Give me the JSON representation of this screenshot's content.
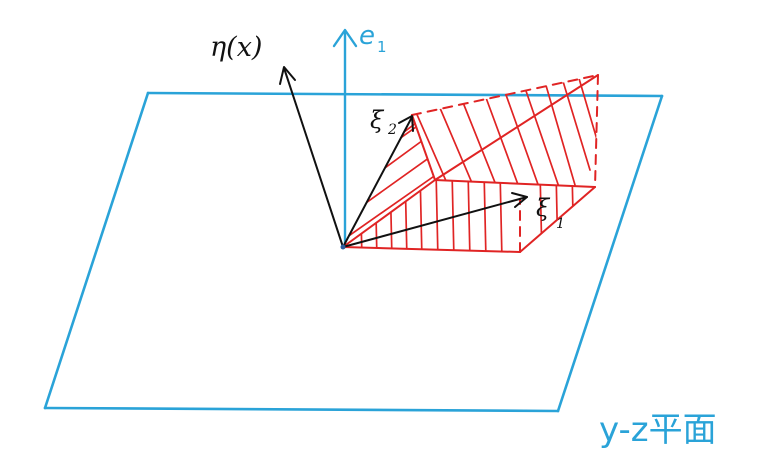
{
  "labels": {
    "eta": "η(x)",
    "e": "e",
    "e_sub": "1",
    "xi": "ξ",
    "xi1_sub": "1",
    "xi2_sub": "2",
    "plane": "y-z平面"
  },
  "colors": {
    "plane": "#2aa3d8",
    "axis": "#2aa3d8",
    "vector": "#111111",
    "hatch": "#e02424"
  }
}
